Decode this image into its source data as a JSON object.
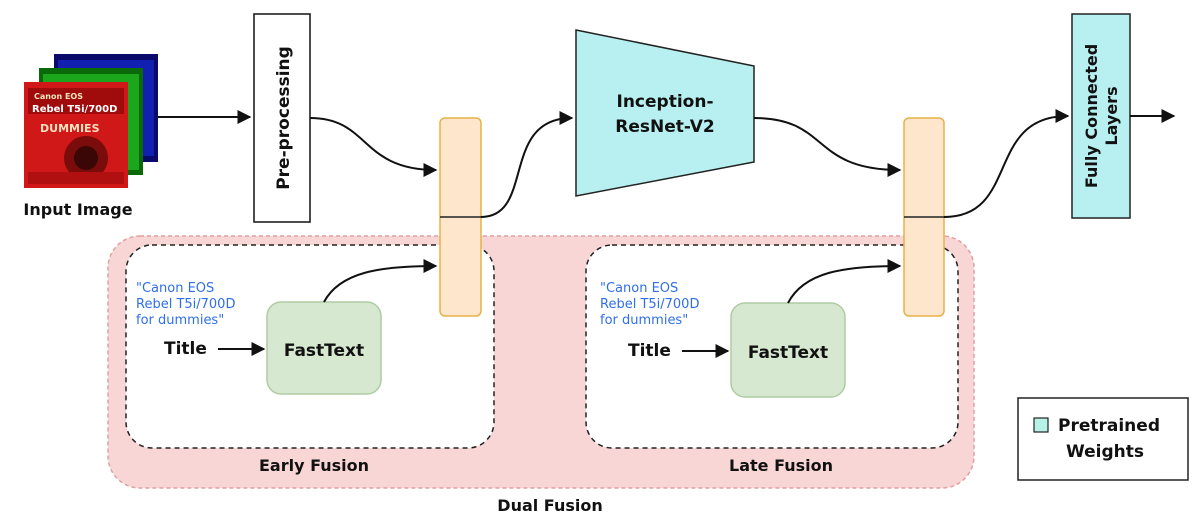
{
  "input": {
    "label": "Input Image",
    "cover_title_line1": "Canon EOS",
    "cover_title_line2": "Rebel T5i/700D",
    "cover_title_line3": "DUMMIES"
  },
  "preprocessing_label": "Pre-processing",
  "backbone": {
    "line1": "Inception-",
    "line2": "ResNet-V2"
  },
  "fc": {
    "line1": "Fully Connected",
    "line2": "Layers"
  },
  "early": {
    "quote_line1": "\"Canon EOS",
    "quote_line2": "Rebel T5i/700D",
    "quote_line3": "for dummies\"",
    "title_label": "Title",
    "fasttext_label": "FastText",
    "caption": "Early Fusion"
  },
  "late": {
    "quote_line1": "\"Canon EOS",
    "quote_line2": "Rebel T5i/700D",
    "quote_line3": "for dummies\"",
    "title_label": "Title",
    "fasttext_label": "FastText",
    "caption": "Late Fusion"
  },
  "dual_fusion_label": "Dual Fusion",
  "legend": {
    "line1": "Pretrained",
    "line2": "Weights",
    "swatch_color": "#b7f2e6"
  },
  "colors": {
    "concat_fill": "#fde6cc",
    "concat_stroke": "#e8b04a",
    "pretrained_fill": "#b8eff0",
    "fasttext_fill": "#d6e8cf",
    "fasttext_stroke": "#aecba3",
    "dual_fill": "#f8d6d6",
    "quote_text": "#2f6fe8"
  }
}
